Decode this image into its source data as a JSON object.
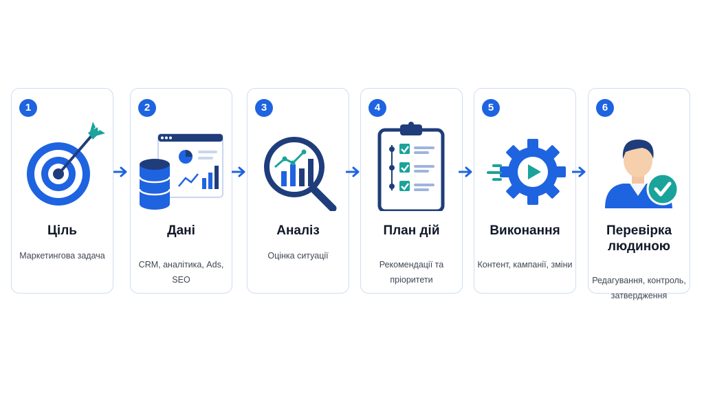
{
  "steps": [
    {
      "number": "1",
      "title": "Ціль",
      "subtitle": "Маркетингова задача",
      "icon": "target-icon"
    },
    {
      "number": "2",
      "title": "Дані",
      "subtitle": "CRM, аналітика, Ads, SEO",
      "icon": "database-icon"
    },
    {
      "number": "3",
      "title": "Аналіз",
      "subtitle": "Оцінка ситуації",
      "icon": "magnifier-chart-icon"
    },
    {
      "number": "4",
      "title": "План дій",
      "subtitle": "Рекомендації та пріоритети",
      "icon": "clipboard-checklist-icon"
    },
    {
      "number": "5",
      "title": "Виконання",
      "subtitle": "Контент, кампанії, зміни",
      "icon": "gear-play-icon"
    },
    {
      "number": "6",
      "title": "Перевірка людиною",
      "subtitle": "Редагування, контроль, затвердження",
      "icon": "person-check-icon"
    }
  ],
  "colors": {
    "primary": "#1e63e0",
    "dark": "#1f3d7a",
    "teal": "#1aa39a",
    "border": "#cfdcf3"
  }
}
